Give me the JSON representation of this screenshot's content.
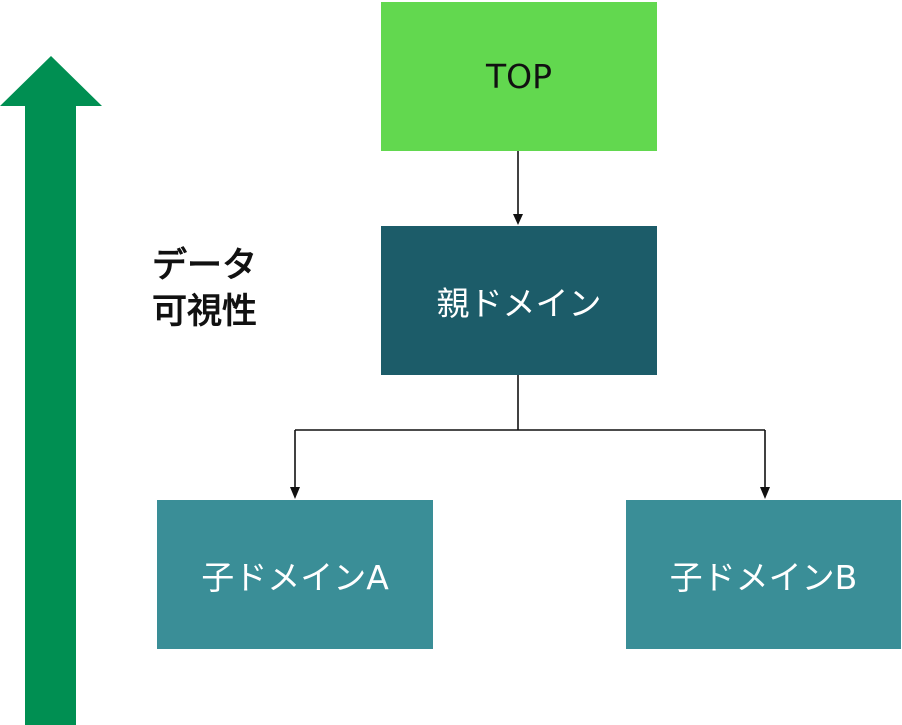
{
  "labels": {
    "visibility_line1": "データ",
    "visibility_line2": "可視性"
  },
  "nodes": {
    "top": "TOP",
    "parent": "親ドメイン",
    "child_a": "子ドメインA",
    "child_b": "子ドメインB"
  },
  "colors": {
    "arrow": "#008f52",
    "top_fill": "#62d84f",
    "parent_fill": "#1c5c69",
    "child_fill": "#3a8e97",
    "connector": "#111111"
  }
}
